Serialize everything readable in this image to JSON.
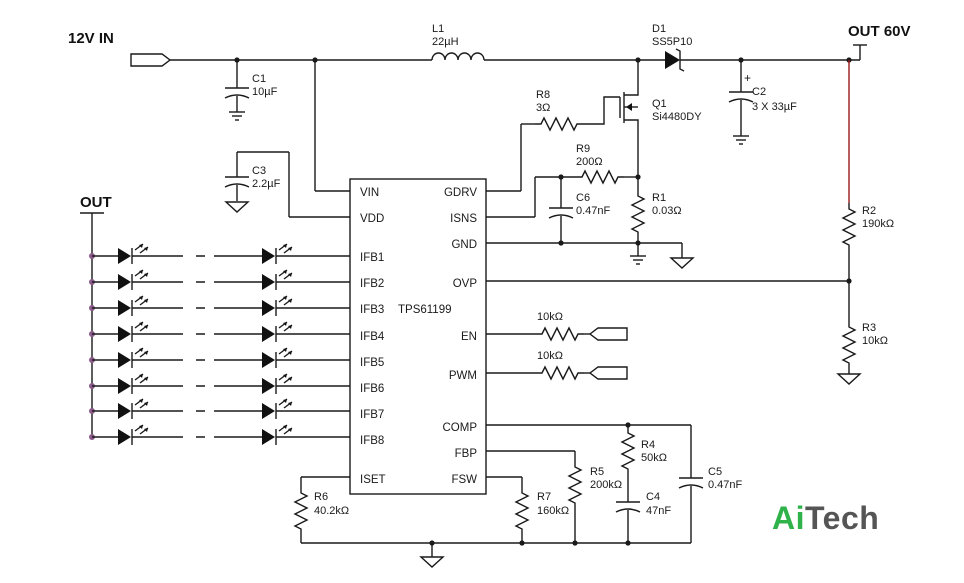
{
  "nets": {
    "vin": "12V IN",
    "vout": "OUT 60V",
    "led_out": "OUT"
  },
  "ic": {
    "name": "TPS61199",
    "left_pins": [
      "VIN",
      "VDD",
      "IFB1",
      "IFB2",
      "IFB3",
      "IFB4",
      "IFB5",
      "IFB6",
      "IFB7",
      "IFB8",
      "ISET"
    ],
    "right_pins": [
      "GDRV",
      "ISNS",
      "GND",
      "OVP",
      "EN",
      "PWM",
      "COMP",
      "FBP",
      "FSW"
    ]
  },
  "components": {
    "L1": {
      "ref": "L1",
      "value": "22µH"
    },
    "D1": {
      "ref": "D1",
      "value": "SS5P10"
    },
    "C1": {
      "ref": "C1",
      "value": "10µF"
    },
    "C2": {
      "ref": "C2",
      "value": "3 X 33µF"
    },
    "C3": {
      "ref": "C3",
      "value": "2.2µF"
    },
    "R8": {
      "ref": "R8",
      "value": "3Ω"
    },
    "Q1": {
      "ref": "Q1",
      "value": "Si4480DY"
    },
    "R9": {
      "ref": "R9",
      "value": "200Ω"
    },
    "C6": {
      "ref": "C6",
      "value": "0.47nF"
    },
    "R1": {
      "ref": "R1",
      "value": "0.03Ω"
    },
    "R2": {
      "ref": "R2",
      "value": "190kΩ"
    },
    "R3": {
      "ref": "R3",
      "value": "10kΩ"
    },
    "R_EN": {
      "value": "10kΩ"
    },
    "R_PWM": {
      "value": "10kΩ"
    },
    "R4": {
      "ref": "R4",
      "value": "50kΩ"
    },
    "C5": {
      "ref": "C5",
      "value": "0.47nF"
    },
    "R5": {
      "ref": "R5",
      "value": "200kΩ"
    },
    "C4": {
      "ref": "C4",
      "value": "47nF"
    },
    "R6": {
      "ref": "R6",
      "value": "40.2kΩ"
    },
    "R7": {
      "ref": "R7",
      "value": "160kΩ"
    }
  },
  "branding": {
    "logo_part1": "Ai",
    "logo_part2": "Tech",
    "accent_color": "#2fb24a",
    "text_color": "#555555"
  }
}
